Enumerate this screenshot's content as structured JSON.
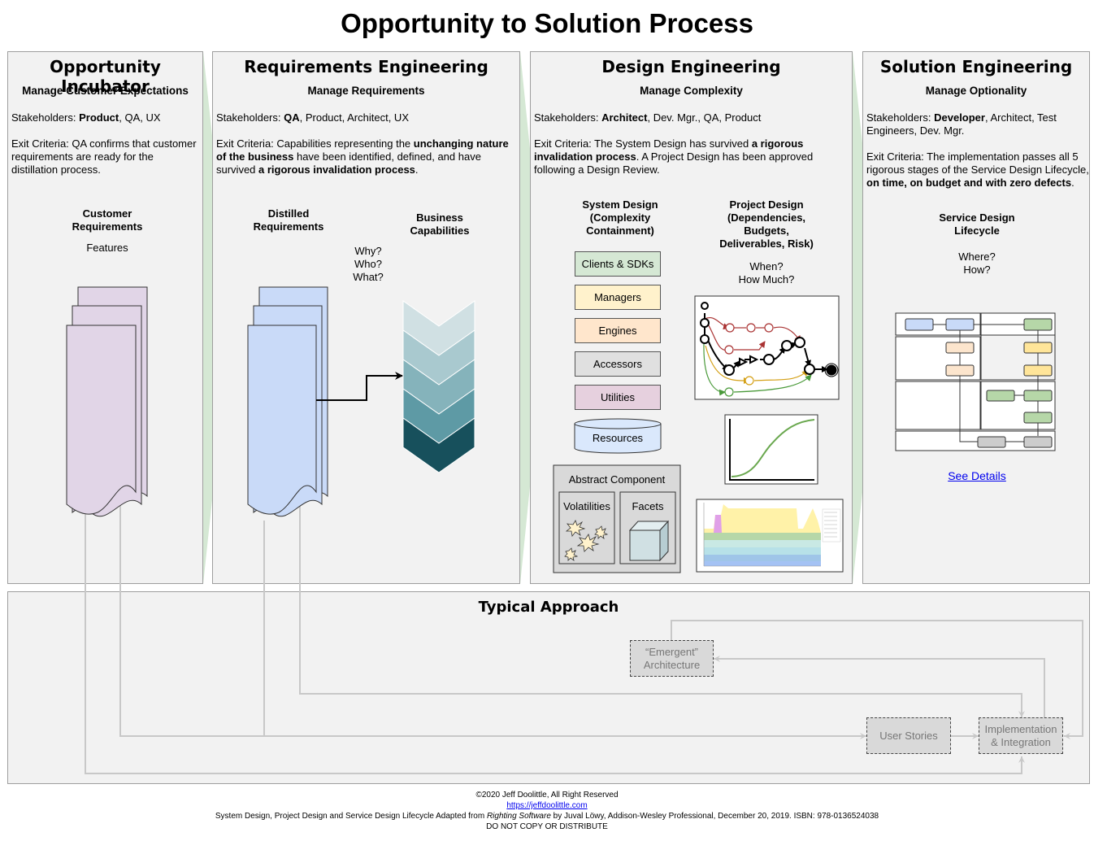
{
  "title": "Opportunity to Solution Process",
  "panels": {
    "opportunity": {
      "title": "Opportunity Incubator",
      "subtitle": "Manage Customer Expectations",
      "stakeholders_prefix": "Stakeholders: ",
      "stakeholders_bold": "Product",
      "stakeholders_rest": ", QA, UX",
      "exit": "Exit Criteria: QA confirms that customer requirements are ready for the distillation process.",
      "doc_label_1": "Customer",
      "doc_label_2": "Requirements",
      "doc_sub": "Features"
    },
    "requirements": {
      "title": "Requirements Engineering",
      "subtitle": "Manage Requirements",
      "stakeholders_prefix": "Stakeholders: ",
      "stakeholders_bold": "QA",
      "stakeholders_rest": ", Product, Architect, UX",
      "exit_1": "Exit Criteria: Capabilities representing the ",
      "exit_b1": "unchanging nature of the business",
      "exit_2": " have been identified, defined, and have survived ",
      "exit_b2": "a rigorous invalidation process",
      "exit_3": ".",
      "distilled_1": "Distilled",
      "distilled_2": "Requirements",
      "questions": [
        "Why?",
        "Who?",
        "What?"
      ],
      "capabilities_1": "Business",
      "capabilities_2": "Capabilities"
    },
    "design": {
      "title": "Design Engineering",
      "subtitle": "Manage Complexity",
      "stakeholders_prefix": "Stakeholders: ",
      "stakeholders_bold": "Architect",
      "stakeholders_rest": ", Dev. Mgr., QA, Product",
      "exit_1": "Exit Criteria: The System Design has survived ",
      "exit_b1": "a rigorous invalidation process",
      "exit_2": ". A Project Design has been approved following a Design Review.",
      "system_design": [
        "System Design",
        "(Complexity",
        "Containment)"
      ],
      "project_design": [
        "Project Design",
        "(Dependencies,",
        "Budgets,",
        "Deliverables, Risk)"
      ],
      "project_questions": [
        "When?",
        "How Much?"
      ],
      "layers": [
        {
          "label": "Clients & SDKs",
          "color": "#d5e8d4"
        },
        {
          "label": "Managers",
          "color": "#fff2cc"
        },
        {
          "label": "Engines",
          "color": "#ffe6cc"
        },
        {
          "label": "Accessors",
          "color": "#e0e0e0"
        },
        {
          "label": "Utilities",
          "color": "#e6d0de"
        },
        {
          "label": "Resources",
          "color": "#dae8fc"
        }
      ],
      "abstract_component": "Abstract Component",
      "volatilities": "Volatilities",
      "facets": "Facets"
    },
    "solution": {
      "title": "Solution Engineering",
      "subtitle": "Manage Optionality",
      "stakeholders_prefix": "Stakeholders: ",
      "stakeholders_bold": "Developer",
      "stakeholders_rest": ", Architect, Test Engineers, Dev. Mgr.",
      "exit_1": "Exit Criteria: The implementation passes all 5 rigorous stages of the Service Design Lifecycle, ",
      "exit_b1": "on time, on budget and with zero defects",
      "exit_2": ".",
      "lifecycle_1": "Service Design",
      "lifecycle_2": "Lifecycle",
      "questions": [
        "Where?",
        "How?"
      ],
      "see_details": "See Details"
    }
  },
  "typical": {
    "title": "Typical Approach",
    "emergent": [
      "“Emergent”",
      "Architecture"
    ],
    "user_stories": "User Stories",
    "implementation": [
      "Implementation",
      "& Integration"
    ]
  },
  "footer": {
    "copyright": "©2020 Jeff Doolittle, All Right Reserved",
    "url": "https://jeffdoolittle.com",
    "credit_1": "System Design, Project Design and Service Design Lifecycle Adapted from ",
    "credit_book": "Righting Software",
    "credit_2": " by Juval Löwy, Addison-Wesley Professional, December 20, 2019. ISBN: 978-0136524038",
    "notice": "DO NOT COPY OR DISTRIBUTE"
  },
  "colors": {
    "arrow_green": "#d5e8d4",
    "doc_purple": "#e1d5e7",
    "doc_blue": "#c9daf8",
    "chevrons": [
      "#d0e0e3",
      "#a9c9cf",
      "#85b3bb",
      "#5e9aa5",
      "#3f7f8c",
      "#17505c"
    ]
  }
}
